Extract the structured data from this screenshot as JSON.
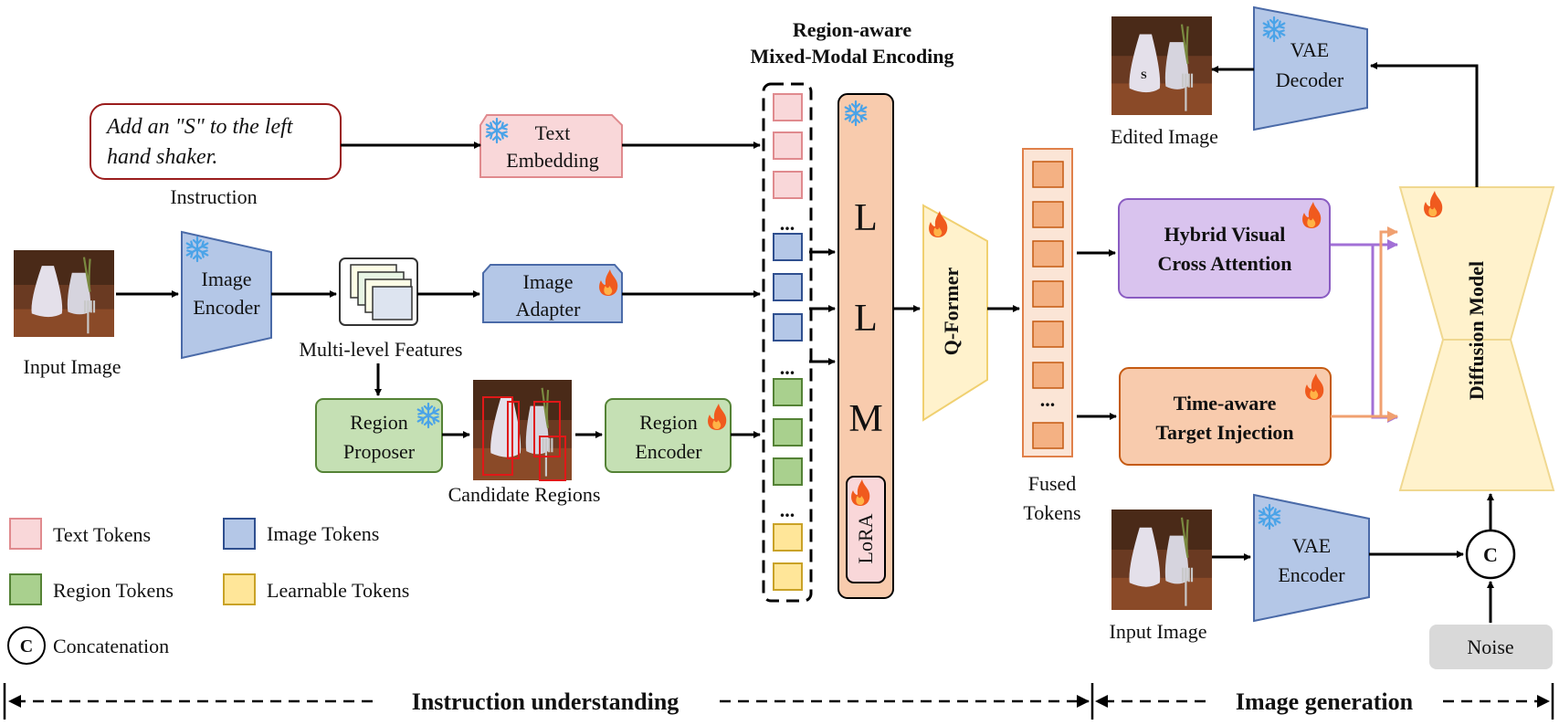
{
  "title": {
    "line1": "Region-aware",
    "line2": "Mixed-Modal Encoding"
  },
  "instruction": {
    "text_line1": "Add an \"S\" to the left",
    "text_line2": "hand shaker.",
    "caption": "Instruction"
  },
  "input_image": {
    "caption": "Input Image"
  },
  "image_encoder": {
    "line1": "Image",
    "line2": "Encoder"
  },
  "multi_level_features": {
    "caption": "Multi-level Features"
  },
  "text_embedding": {
    "line1": "Text",
    "line2": "Embedding"
  },
  "image_adapter": {
    "line1": "Image",
    "line2": "Adapter"
  },
  "region_proposer": {
    "line1": "Region",
    "line2": "Proposer"
  },
  "candidate_regions": {
    "caption": "Candidate Regions"
  },
  "region_encoder": {
    "line1": "Region",
    "line2": "Encoder"
  },
  "llm": {
    "l1": "L",
    "l2": "L",
    "l3": "M",
    "lora": "LoRA"
  },
  "q_former": {
    "label": "Q-Former"
  },
  "fused_tokens": {
    "line1": "Fused",
    "line2": "Tokens"
  },
  "hybrid": {
    "line1": "Hybrid Visual",
    "line2": "Cross Attention"
  },
  "time_aware": {
    "line1": "Time-aware",
    "line2": "Target Injection"
  },
  "diffusion": {
    "label": "Diffusion Model"
  },
  "vae_decoder": {
    "line1": "VAE",
    "line2": "Decoder"
  },
  "edited_image": {
    "caption": "Edited Image"
  },
  "vae_encoder": {
    "line1": "VAE",
    "line2": "Encoder"
  },
  "input_image_2": {
    "caption": "Input Image"
  },
  "concat_symbol": "C",
  "noise": {
    "label": "Noise"
  },
  "legend": {
    "text_tokens": "Text Tokens",
    "image_tokens": "Image Tokens",
    "region_tokens": "Region Tokens",
    "learnable_tokens": "Learnable Tokens",
    "concatenation": "Concatenation"
  },
  "sections": {
    "instruction_understanding": "Instruction understanding",
    "image_generation": "Image generation"
  },
  "ellipsis": "...",
  "colors": {
    "text_token": "#f9d7d9",
    "image_token": "#b4c7e7",
    "region_token": "#a9d08e",
    "learnable_token": "#ffe699",
    "llm": "#f8cbad",
    "hybrid": "#d9c3ee",
    "time_aware": "#f8cbad",
    "diffusion": "#fff2cc"
  }
}
